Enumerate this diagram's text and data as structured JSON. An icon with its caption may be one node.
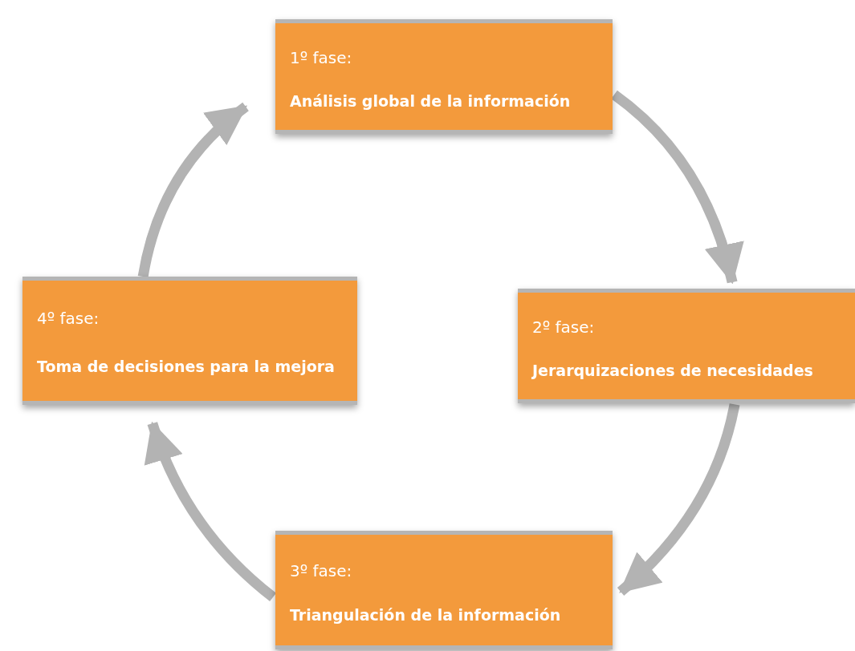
{
  "diagram": {
    "nodes": [
      {
        "text": [
          "1º fase:",
          "Análisis global de la información"
        ]
      },
      {
        "text": [
          "2º fase:",
          "Jerarquizaciones de necesidades"
        ]
      },
      {
        "text": [
          "3º fase:",
          "Triangulación de la información"
        ]
      },
      {
        "text": [
          "4º fase:",
          "Toma de decisiones para la mejora"
        ]
      }
    ],
    "edges": [
      {
        "from": 0,
        "to": 1,
        "arrow": "to"
      },
      {
        "from": 1,
        "to": 2,
        "arrow": "to"
      },
      {
        "from": 2,
        "to": 3,
        "arrow": "to"
      },
      {
        "from": 3,
        "to": 0,
        "arrow": "to"
      }
    ]
  }
}
